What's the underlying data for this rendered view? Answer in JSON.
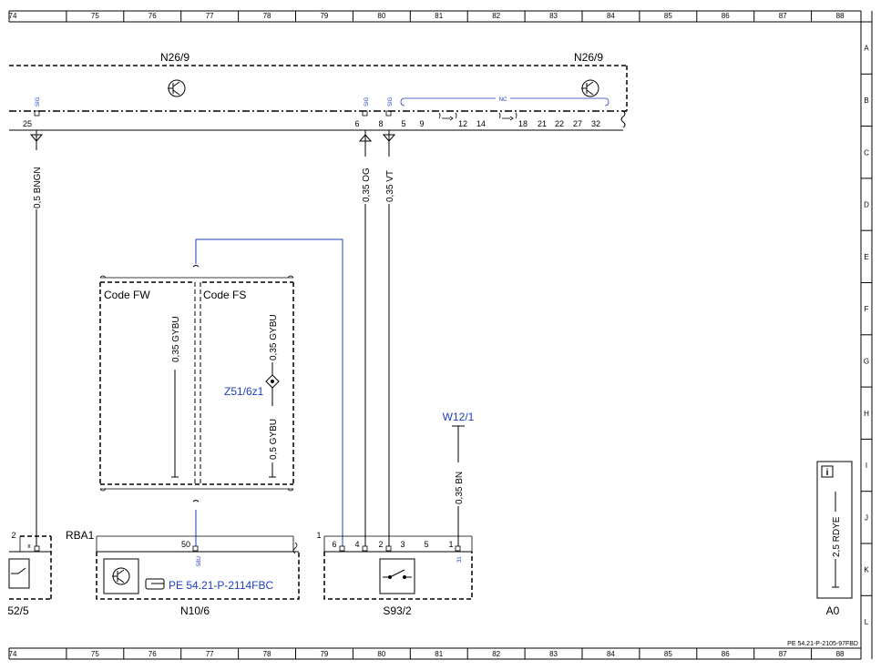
{
  "grid": {
    "columns": [
      "74",
      "75",
      "76",
      "77",
      "78",
      "79",
      "80",
      "81",
      "82",
      "83",
      "84",
      "85",
      "86",
      "87",
      "88"
    ],
    "rows": [
      "A",
      "B",
      "C",
      "D",
      "E",
      "F",
      "G",
      "H",
      "I",
      "J",
      "K",
      "L"
    ]
  },
  "components": {
    "n26_left": "N26/9",
    "n26_right": "N26/9",
    "rba1": "RBA1",
    "n10_6": "N10/6",
    "s93_2": "S93/2",
    "left_comp": "52/5",
    "w12_1": "W12/1",
    "z51": "Z51/6z1",
    "a0": "A0",
    "ref_link": "PE 54.21-P-2114FBC",
    "doc_ref": "PE 54.21-P-2105-97FBD"
  },
  "codes": {
    "fw": "Code FW",
    "fs": "Code FS"
  },
  "signals": {
    "sig1": "SIG",
    "sig2": "SIG",
    "sig3": "SIG",
    "nc": "NC"
  },
  "n26_pins": [
    "25",
    "6",
    "8",
    "5",
    "9",
    "12",
    "14",
    "18",
    "21",
    "22",
    "27",
    "32"
  ],
  "wires": {
    "bngn": "0,5 BNGN",
    "og": "0,35 OG",
    "vt": "0,35 VT",
    "gybu_fw": "0,35 GYBU",
    "gybu_fs_top": "0,35 GYBU",
    "gybu_fs_bot": "0,5 GYBU",
    "bn": "0,35 BN",
    "rdye": "2,5 RDYE"
  },
  "connector_pins": {
    "left_2": "2",
    "left_x": "x",
    "n10_50": "50",
    "n10_58u": "58U",
    "s93_1": "1",
    "s93_pins": [
      "6",
      "4",
      "2",
      "3",
      "5",
      "1"
    ],
    "s93_31": "31"
  },
  "info_icon": "i"
}
